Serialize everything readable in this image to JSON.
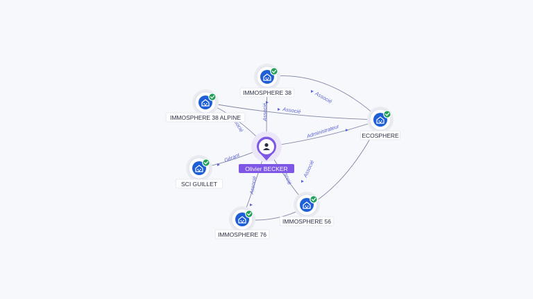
{
  "center": {
    "name": "Olivier BECKER",
    "icon": "person-icon"
  },
  "nodes": [
    {
      "id": "immosphere38",
      "label": "IMMOSPHERE 38",
      "icon": "building-icon",
      "verified": true
    },
    {
      "id": "immosphere38alpine",
      "label": "IMMOSPHERE 38 ALPINE",
      "icon": "building-icon",
      "verified": true
    },
    {
      "id": "ecosphere",
      "label": "ECOSPHERE",
      "icon": "building-icon",
      "verified": true
    },
    {
      "id": "sciguillet",
      "label": "SCI GUILLET",
      "icon": "building-icon",
      "verified": true
    },
    {
      "id": "immosphere76",
      "label": "IMMOSPHERE 76",
      "icon": "building-icon",
      "verified": true
    },
    {
      "id": "immosphere56",
      "label": "IMMOSPHERE 56",
      "icon": "building-icon",
      "verified": true
    }
  ],
  "edges": [
    {
      "from": "center",
      "to": "immosphere38",
      "label": "Associé"
    },
    {
      "from": "center",
      "to": "immosphere38alpine",
      "label": "Associé"
    },
    {
      "from": "center",
      "to": "ecosphere",
      "label": "Administrateur"
    },
    {
      "from": "center",
      "to": "sciguillet",
      "label": "Gérant"
    },
    {
      "from": "center",
      "to": "immosphere76",
      "label": "Associé"
    },
    {
      "from": "center",
      "to": "immosphere56",
      "label": "Associé"
    },
    {
      "from": "immosphere38",
      "to": "ecosphere",
      "label": "Associé"
    },
    {
      "from": "immosphere38alpine",
      "to": "ecosphere",
      "label": "Associé"
    },
    {
      "from": "immosphere76",
      "to": "ecosphere",
      "label": "Associé"
    }
  ],
  "colors": {
    "company": "#1f5fd6",
    "person_label": "#7e57e6",
    "verified_badge": "#22a05a",
    "edge_label": "#5b62d6"
  }
}
